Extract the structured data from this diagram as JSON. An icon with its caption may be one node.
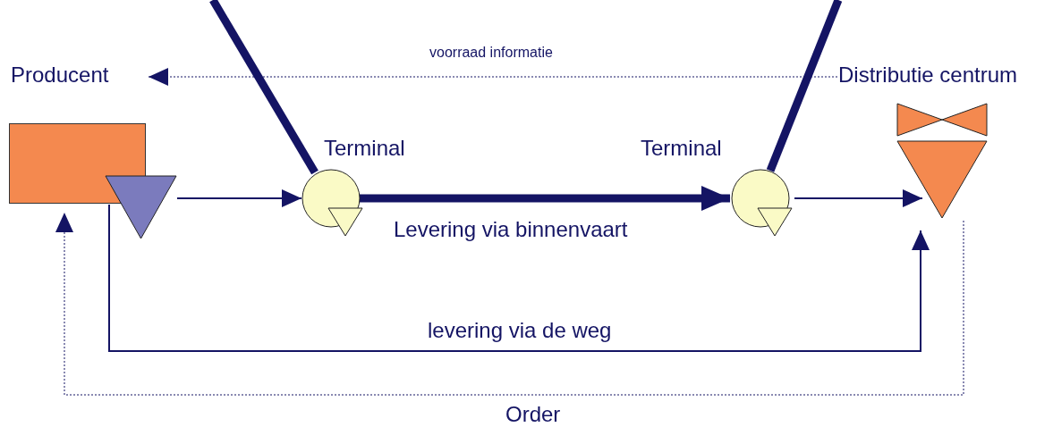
{
  "diagram": {
    "nodes": [
      {
        "text": [
          "Producent"
        ]
      },
      {
        "text": [],
        "shape": "triangle"
      },
      {
        "text": [
          "Terminal"
        ]
      },
      {
        "text": [
          "Terminal"
        ]
      },
      {
        "text": [
          "Distributie centrum"
        ]
      }
    ],
    "edges": [
      {
        "from": 1,
        "to": 2,
        "arrow": "to"
      },
      {
        "from": 2,
        "to": 3,
        "arrow": "to",
        "style": "thick",
        "label": "Levering via binnenvaart"
      },
      {
        "from": 3,
        "to": 4,
        "arrow": "to"
      },
      {
        "from": 0,
        "to": 4,
        "arrow": "to",
        "label": "levering via de weg"
      },
      {
        "from": 4,
        "to": 0,
        "arrow": "to",
        "style": "dashed",
        "label": "Order"
      },
      {
        "from": 4,
        "to": 0,
        "arrow": "to",
        "style": "dashed",
        "label": "voorraad informatie"
      },
      {
        "from": null,
        "to": 2,
        "arrow": "none",
        "style": "thick"
      },
      {
        "from": null,
        "to": 3,
        "arrow": "none",
        "style": "thick"
      }
    ]
  }
}
